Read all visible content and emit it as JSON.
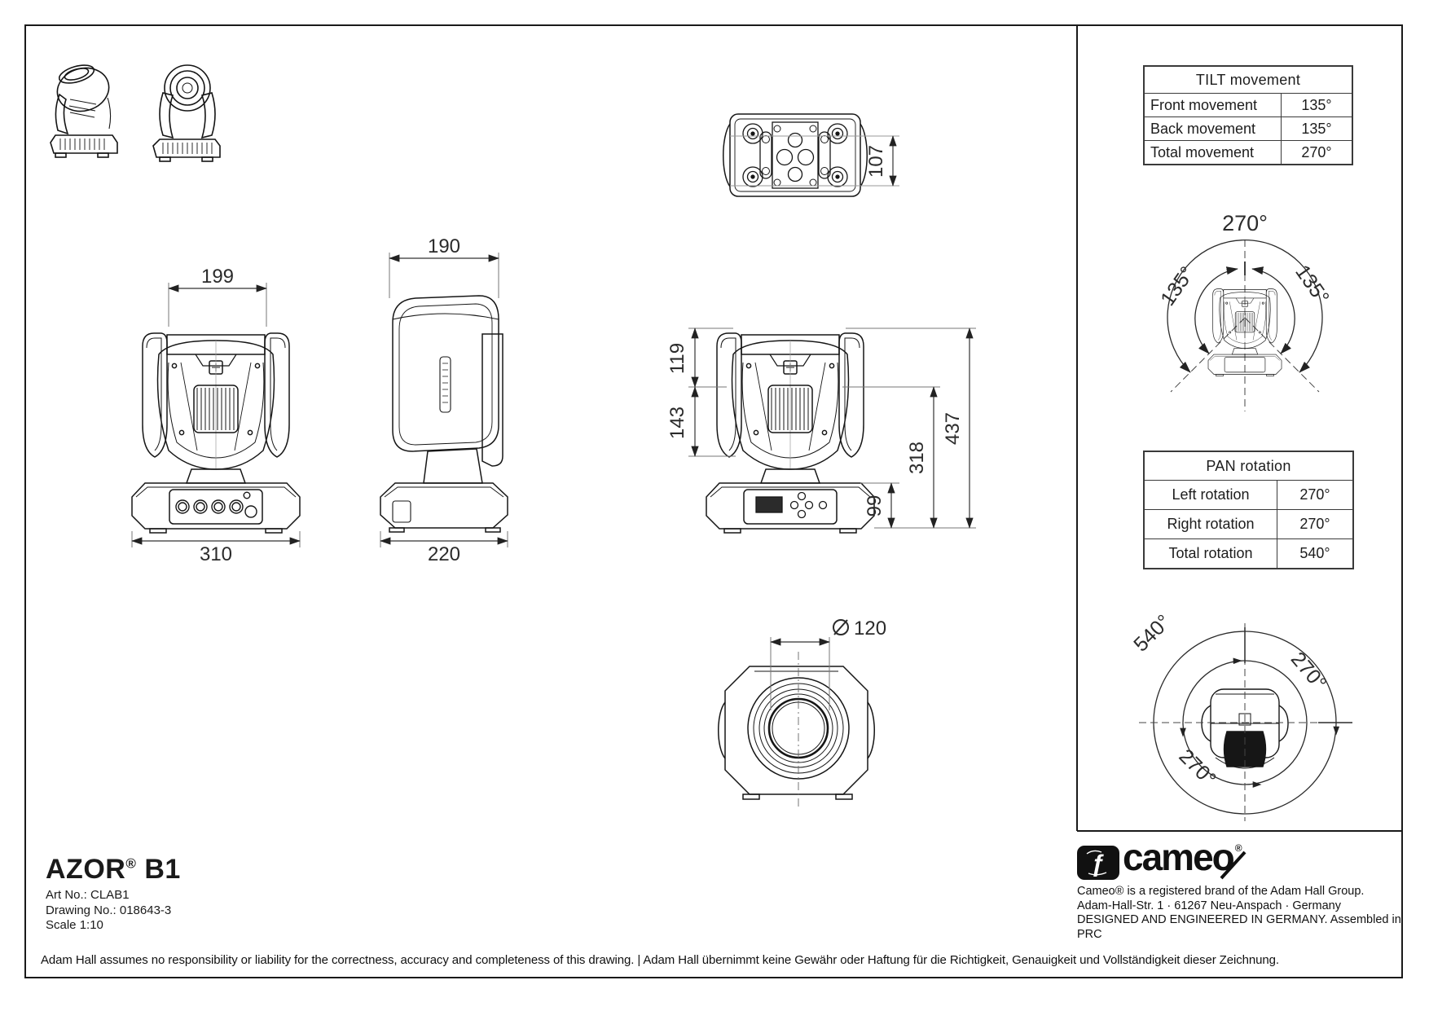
{
  "title_block": {
    "product": "AZOR",
    "reg_mark": "®",
    "variant": "B1",
    "art_no": "Art No.: CLAB1",
    "drawing_no": "Drawing No.: 018643-3",
    "scale": "Scale 1:10"
  },
  "disclaimer": "Adam Hall assumes no responsibility or liability for the correctness, accuracy and completeness of this drawing.  |  Adam Hall übernimmt keine Gewähr oder Haftung für die Richtigkeit, Genauigkeit und Vollständigkeit dieser Zeichnung.",
  "tilt_table": {
    "title": "TILT movement",
    "rows": [
      {
        "label": "Front movement",
        "value": "135°"
      },
      {
        "label": "Back movement",
        "value": "135°"
      },
      {
        "label": "Total movement",
        "value": "270°"
      }
    ]
  },
  "pan_table": {
    "title": "PAN rotation",
    "rows": [
      {
        "label": "Left rotation",
        "value": "270°"
      },
      {
        "label": "Right rotation",
        "value": "270°"
      },
      {
        "label": "Total rotation",
        "value": "540°"
      }
    ]
  },
  "tilt_diagram": {
    "total": "270°",
    "front_arc": "135°",
    "back_arc": "135°"
  },
  "pan_diagram": {
    "total": "540°",
    "upper_arc": "270°",
    "lower_arc": "270°"
  },
  "dimensions": {
    "rear_head_width": "199",
    "rear_base_width": "310",
    "side_head_depth": "190",
    "side_base_depth": "220",
    "bottom_bracket_spacing": "107",
    "head_top_to_yoke": "119",
    "yoke_to_head_bottom": "143",
    "yoke_to_base_bottom": "318",
    "total_height": "437",
    "base_height": "99",
    "lens_diameter": "120",
    "lens_diameter_symbol": "⌀"
  },
  "brand": {
    "wordmark": "cameo",
    "reg_mark": "®",
    "line1": "Cameo® is a registered brand of the Adam Hall Group.",
    "line2": "Adam-Hall-Str. 1 · 61267 Neu-Anspach · Germany",
    "line3": "DESIGNED AND ENGINEERED IN GERMANY. Assembled in PRC"
  }
}
